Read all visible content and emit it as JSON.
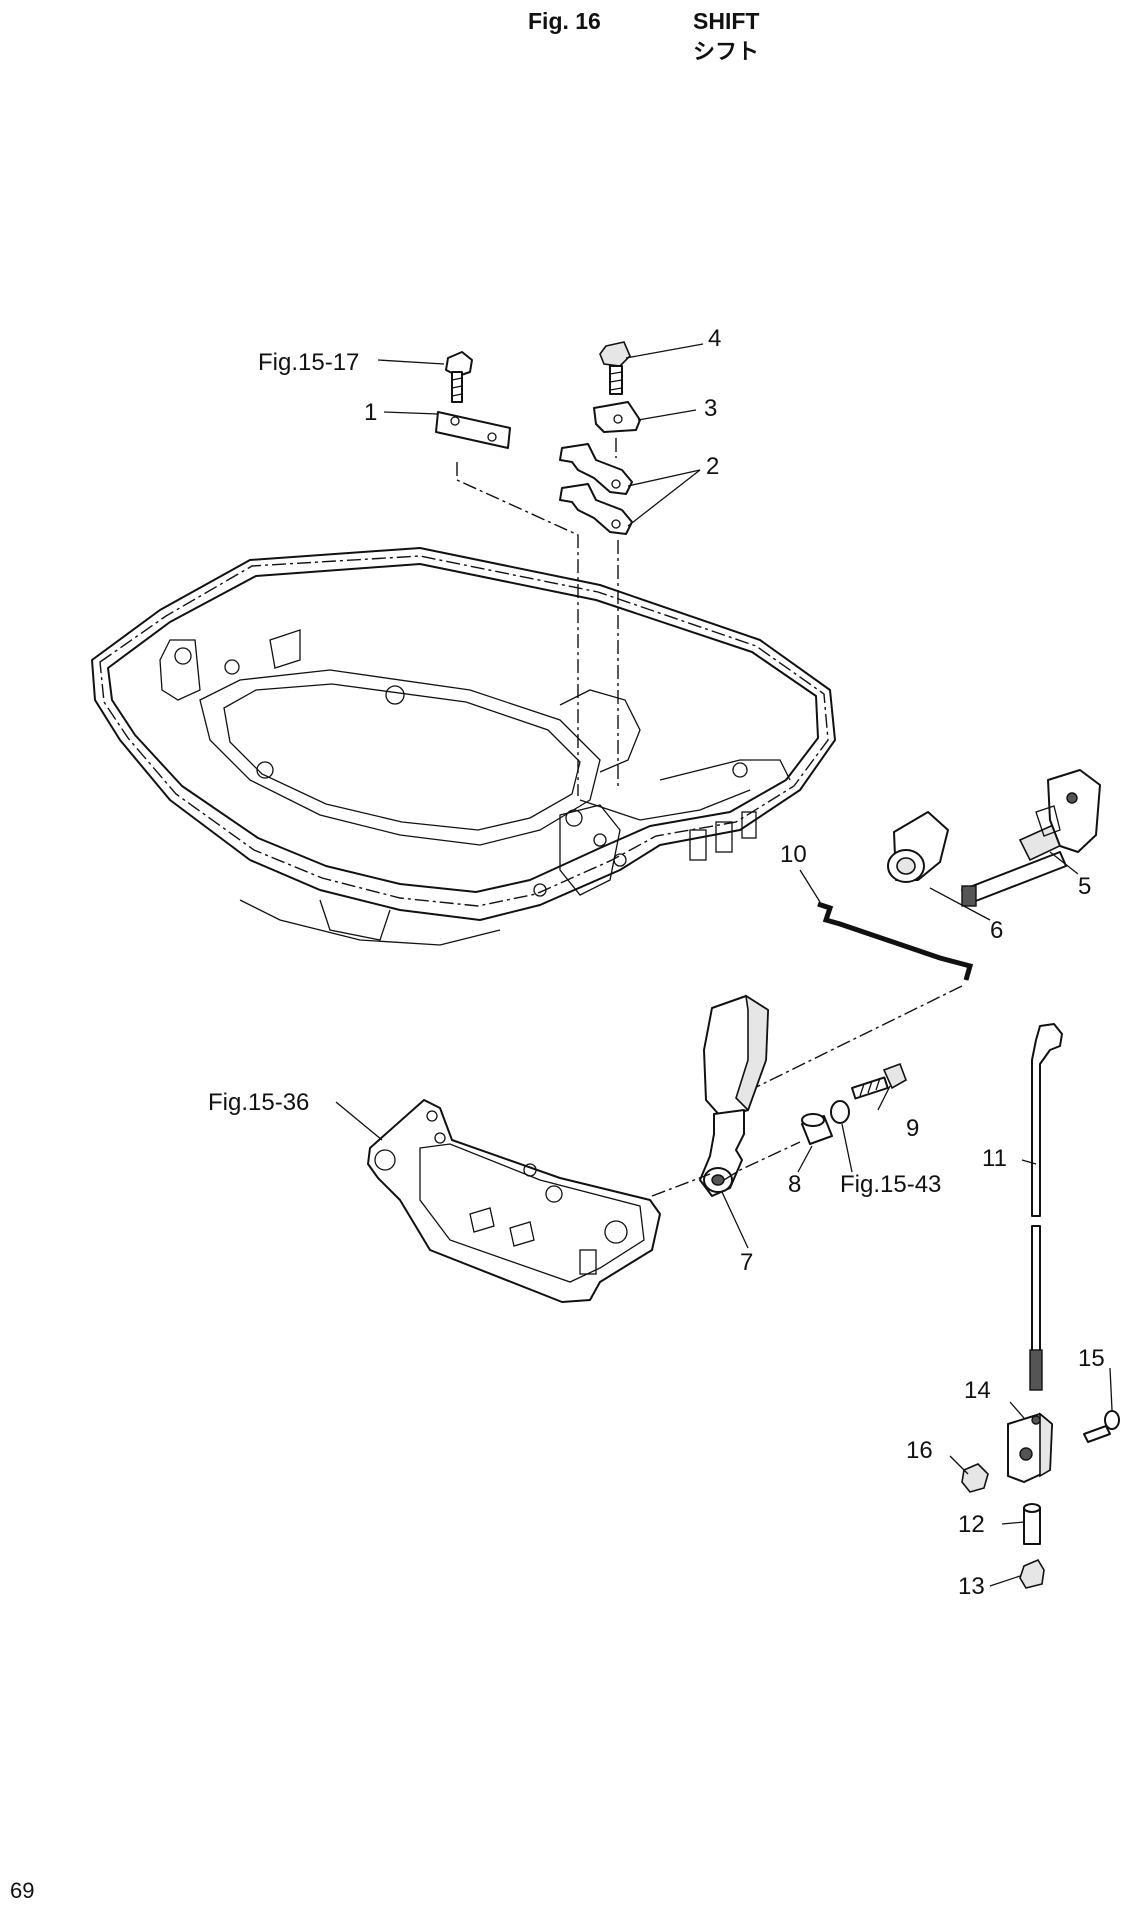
{
  "header": {
    "fig_label": "Fig. 16",
    "title_en": "SHIFT",
    "title_jp": "シフト"
  },
  "callouts": {
    "ref_fig15_17": "Fig.15-17",
    "ref_fig15_36": "Fig.15-36",
    "ref_fig15_43": "Fig.15-43",
    "part_1": "1",
    "part_2": "2",
    "part_3": "3",
    "part_4": "4",
    "part_5": "5",
    "part_6": "6",
    "part_7": "7",
    "part_8": "8",
    "part_9": "9",
    "part_10": "10",
    "part_11": "11",
    "part_12": "12",
    "part_13": "13",
    "part_14": "14",
    "part_15": "15",
    "part_16": "16"
  },
  "footer": {
    "page_number": "69"
  }
}
